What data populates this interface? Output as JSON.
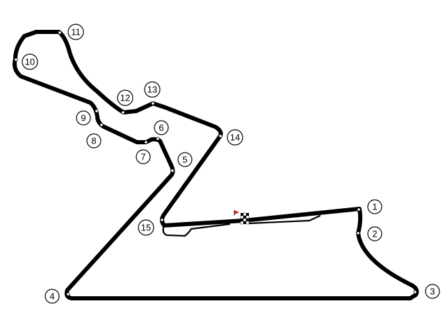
{
  "map": {
    "track_color": "#000000",
    "flag_color": "#e0162b",
    "start_finish": "checkered-flag-icon",
    "turns": [
      {
        "id": "1"
      },
      {
        "id": "2"
      },
      {
        "id": "3"
      },
      {
        "id": "4"
      },
      {
        "id": "5"
      },
      {
        "id": "6"
      },
      {
        "id": "7"
      },
      {
        "id": "8"
      },
      {
        "id": "9"
      },
      {
        "id": "10"
      },
      {
        "id": "11"
      },
      {
        "id": "12"
      },
      {
        "id": "13"
      },
      {
        "id": "14"
      },
      {
        "id": "15"
      }
    ]
  }
}
